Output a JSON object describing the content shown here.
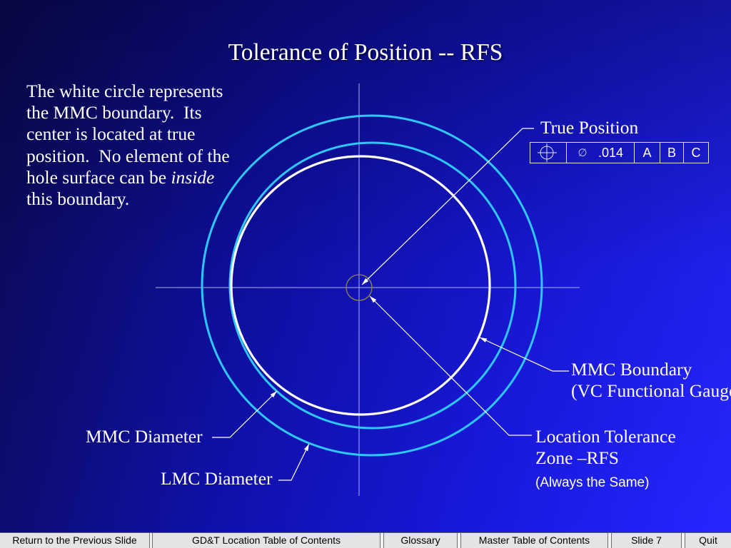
{
  "slide": {
    "title": "Tolerance of Position -- RFS",
    "description": {
      "lines": [
        "The white circle represents",
        "the MMC boundary.  Its",
        "center is located at true",
        "position.  No element of the",
        "hole surface can be ",
        "this boundary."
      ],
      "italic_word": "inside"
    },
    "callouts": {
      "true_position": "True Position",
      "mmc_boundary": [
        "MMC Boundary",
        "(VC Functional Gauge"
      ],
      "location_tolerance_zone": [
        "Location Tolerance",
        "Zone –RFS"
      ],
      "location_tolerance_note": "(Always the Same)",
      "mmc_diameter": "MMC Diameter",
      "lmc_diameter": "LMC Diameter"
    },
    "feature_control_frame": {
      "characteristic_icon": "position-icon",
      "diameter_symbol": "∅",
      "tolerance": ".014",
      "datums": [
        "A",
        "B",
        "C"
      ]
    },
    "colors": {
      "background_dark": "#0b0b58",
      "background_bright": "#2626ff",
      "text": "#ffffff",
      "lmc_circle": "#2ec8ff",
      "mmc_circle": "#2ec8ff",
      "mmc_boundary_circle": "#ffffff",
      "tolerance_zone_circle": "#8c8c3c",
      "center_lines": "#aab0e4",
      "leader_lines": "#ffffff",
      "frame_lines": "#e2e2f4"
    }
  },
  "nav": {
    "buttons": [
      {
        "label": "Return to the Previous Slide"
      },
      {
        "label": "GD&T Location Table of Contents"
      },
      {
        "label": "Glossary"
      },
      {
        "label": "Master Table of Contents"
      },
      {
        "label": "Slide 7"
      },
      {
        "label": "Quit"
      }
    ]
  }
}
